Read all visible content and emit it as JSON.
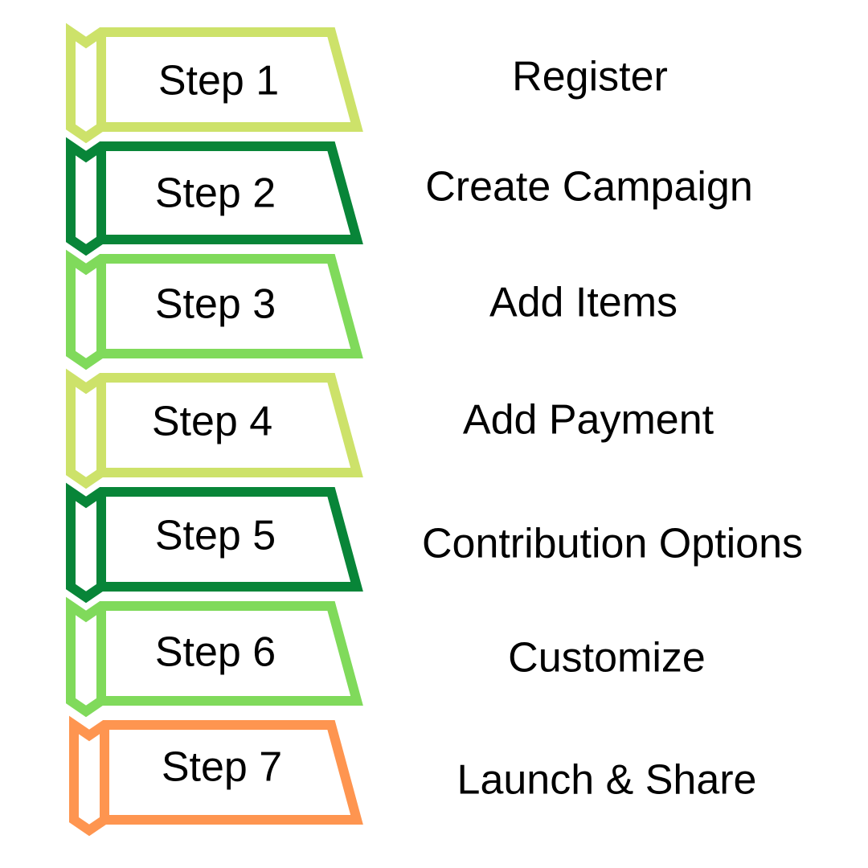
{
  "steps": [
    {
      "label": "Step 1",
      "description": "Register",
      "color": "#cde26a"
    },
    {
      "label": "Step 2",
      "description": "Create Campaign",
      "color": "#088538"
    },
    {
      "label": "Step 3",
      "description": "Add Items",
      "color": "#80da5b"
    },
    {
      "label": "Step 4",
      "description": "Add Payment",
      "color": "#cde26a"
    },
    {
      "label": "Step 5",
      "description": "Contribution Options",
      "color": "#088538"
    },
    {
      "label": "Step 6",
      "description": "Customize",
      "color": "#80da5b"
    },
    {
      "label": "Step 7",
      "description": "Launch & Share",
      "color": "#fe9550"
    }
  ]
}
